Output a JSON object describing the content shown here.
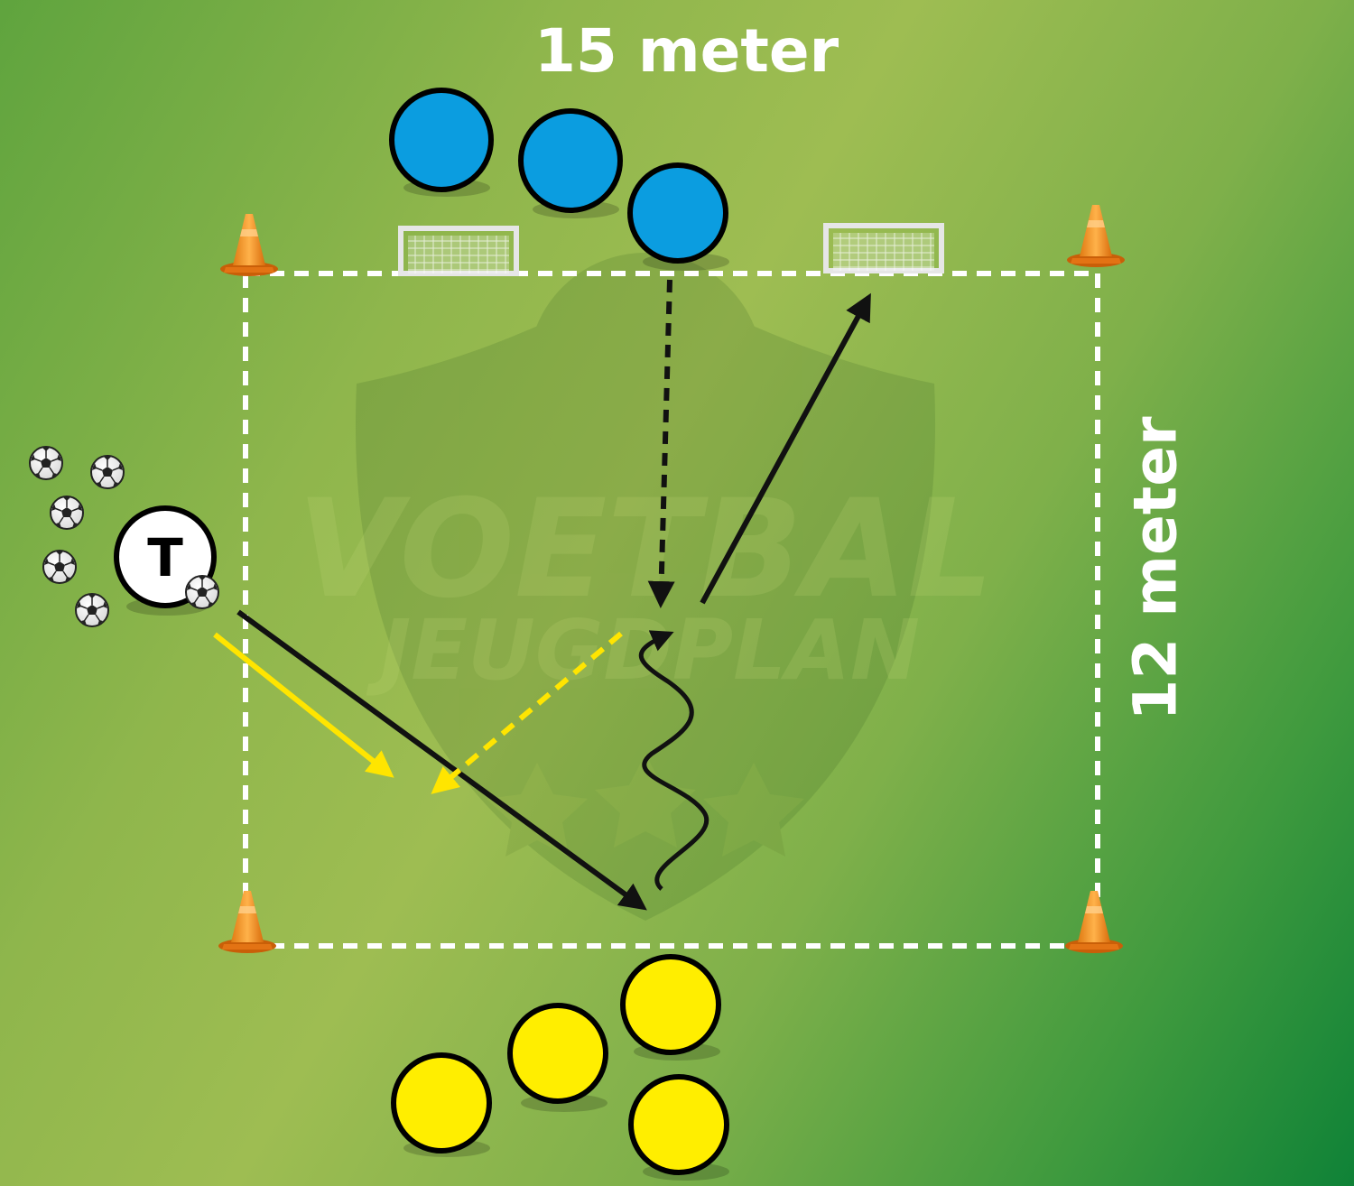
{
  "field": {
    "width_label": "15 meter",
    "height_label": "12 meter"
  },
  "coach": {
    "letter": "T"
  },
  "teams": {
    "blue": {
      "color": "#0b9de0",
      "count": 3
    },
    "yellow": {
      "color": "#ffee00",
      "count": 4
    }
  },
  "equipment": {
    "cones": 4,
    "mini_goals": 2,
    "spare_balls": 6,
    "cone_color": "#f39a2a"
  },
  "watermark": {
    "line1": "VOETBAL",
    "line2": "JEUGDPLAN"
  },
  "colors": {
    "lines": "#ffffff",
    "run_arrow": "#111111",
    "pass_arrow": "#ffe500"
  }
}
